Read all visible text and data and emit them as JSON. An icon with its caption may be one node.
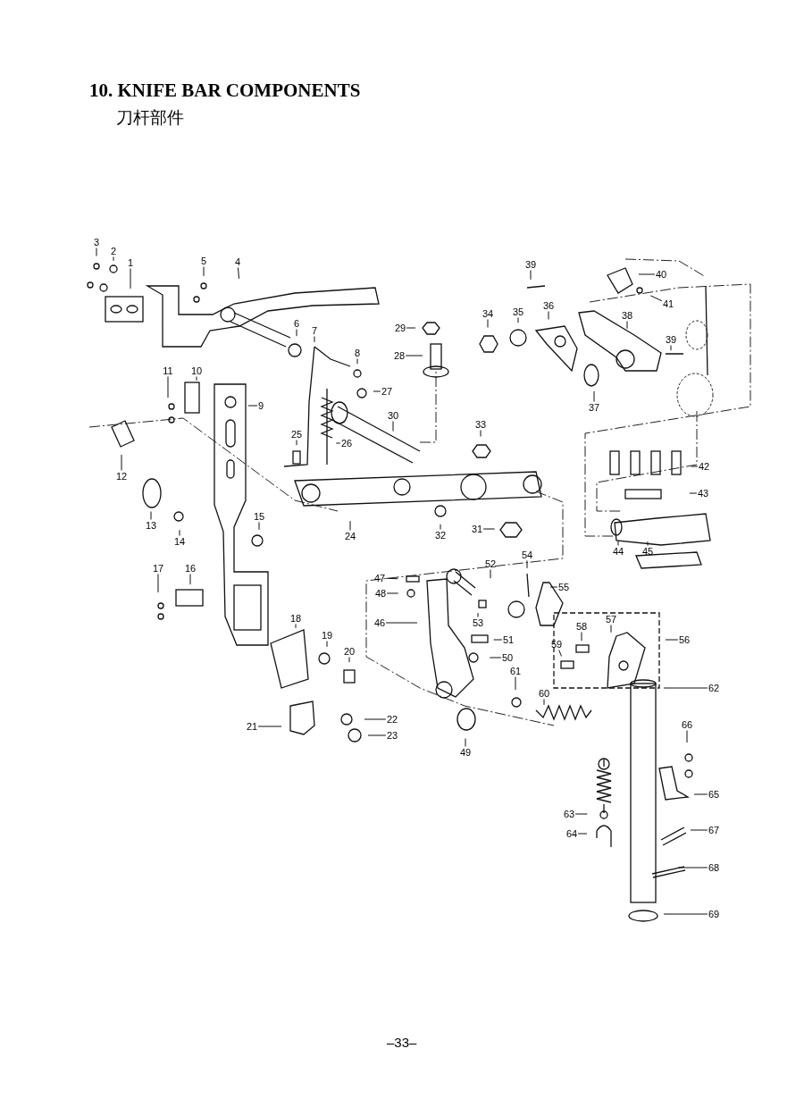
{
  "diagram": {
    "title": "10. KNIFE BAR COMPONENTS",
    "nodes": [
      {
        "text": [
          "1"
        ]
      },
      {
        "text": [
          "2"
        ]
      },
      {
        "text": [
          "3"
        ]
      },
      {
        "text": [
          "4"
        ]
      },
      {
        "text": [
          "5"
        ]
      },
      {
        "text": [
          "6"
        ]
      },
      {
        "text": [
          "7"
        ]
      },
      {
        "text": [
          "8"
        ]
      },
      {
        "text": [
          "9"
        ]
      },
      {
        "text": [
          "10"
        ]
      },
      {
        "text": [
          "11"
        ]
      },
      {
        "text": [
          "12"
        ]
      },
      {
        "text": [
          "13"
        ]
      },
      {
        "text": [
          "14"
        ]
      },
      {
        "text": [
          "15"
        ]
      },
      {
        "text": [
          "16"
        ]
      },
      {
        "text": [
          "17"
        ]
      },
      {
        "text": [
          "18"
        ]
      },
      {
        "text": [
          "19"
        ]
      },
      {
        "text": [
          "20"
        ]
      },
      {
        "text": [
          "21"
        ]
      },
      {
        "text": [
          "22"
        ]
      },
      {
        "text": [
          "23"
        ]
      },
      {
        "text": [
          "24"
        ]
      },
      {
        "text": [
          "25"
        ]
      },
      {
        "text": [
          "26"
        ]
      },
      {
        "text": [
          "27"
        ]
      },
      {
        "text": [
          "28"
        ]
      },
      {
        "text": [
          "29"
        ]
      },
      {
        "text": [
          "30"
        ]
      },
      {
        "text": [
          "31"
        ]
      },
      {
        "text": [
          "32"
        ]
      },
      {
        "text": [
          "33"
        ]
      },
      {
        "text": [
          "34"
        ]
      },
      {
        "text": [
          "35"
        ]
      },
      {
        "text": [
          "36"
        ]
      },
      {
        "text": [
          "37"
        ]
      },
      {
        "text": [
          "38"
        ]
      },
      {
        "text": [
          "39"
        ]
      },
      {
        "text": [
          "39"
        ]
      },
      {
        "text": [
          "40"
        ]
      },
      {
        "text": [
          "41"
        ]
      },
      {
        "text": [
          "42"
        ]
      },
      {
        "text": [
          "43"
        ]
      },
      {
        "text": [
          "44"
        ]
      },
      {
        "text": [
          "45"
        ]
      },
      {
        "text": [
          "46"
        ]
      },
      {
        "text": [
          "47"
        ]
      },
      {
        "text": [
          "48"
        ]
      },
      {
        "text": [
          "49"
        ]
      },
      {
        "text": [
          "50"
        ]
      },
      {
        "text": [
          "51"
        ]
      },
      {
        "text": [
          "52"
        ]
      },
      {
        "text": [
          "53"
        ]
      },
      {
        "text": [
          "54"
        ]
      },
      {
        "text": [
          "55"
        ]
      },
      {
        "text": [
          "56"
        ]
      },
      {
        "text": [
          "57"
        ]
      },
      {
        "text": [
          "58"
        ]
      },
      {
        "text": [
          "59"
        ]
      },
      {
        "text": [
          "60"
        ]
      },
      {
        "text": [
          "61"
        ]
      },
      {
        "text": [
          "62"
        ]
      },
      {
        "text": [
          "63"
        ]
      },
      {
        "text": [
          "64"
        ]
      },
      {
        "text": [
          "65"
        ]
      },
      {
        "text": [
          "66"
        ]
      },
      {
        "text": [
          "67"
        ]
      },
      {
        "text": [
          "68"
        ]
      },
      {
        "text": [
          "69"
        ]
      }
    ],
    "edges": [
      {
        "from": 0,
        "to": null,
        "arrow": "none"
      },
      {
        "from": 1,
        "to": null,
        "arrow": "none"
      },
      {
        "from": 2,
        "to": null,
        "arrow": "none"
      },
      {
        "from": 3,
        "to": null,
        "arrow": "none"
      },
      {
        "from": 4,
        "to": null,
        "arrow": "none"
      },
      {
        "from": 5,
        "to": null,
        "arrow": "none"
      },
      {
        "from": 6,
        "to": null,
        "arrow": "none"
      },
      {
        "from": 7,
        "to": null,
        "arrow": "none"
      },
      {
        "from": 8,
        "to": null,
        "arrow": "none"
      },
      {
        "from": 9,
        "to": null,
        "arrow": "none"
      },
      {
        "from": 10,
        "to": null,
        "arrow": "none"
      },
      {
        "from": 11,
        "to": null,
        "arrow": "none"
      },
      {
        "from": 12,
        "to": null,
        "arrow": "none"
      },
      {
        "from": 13,
        "to": null,
        "arrow": "none"
      },
      {
        "from": 14,
        "to": null,
        "arrow": "none"
      },
      {
        "from": 15,
        "to": null,
        "arrow": "none"
      },
      {
        "from": 16,
        "to": null,
        "arrow": "none"
      },
      {
        "from": 17,
        "to": null,
        "arrow": "none"
      },
      {
        "from": 18,
        "to": null,
        "arrow": "none"
      },
      {
        "from": 19,
        "to": null,
        "arrow": "none"
      },
      {
        "from": 20,
        "to": null,
        "arrow": "none"
      },
      {
        "from": 21,
        "to": null,
        "arrow": "none"
      },
      {
        "from": 22,
        "to": null,
        "arrow": "none"
      },
      {
        "from": 23,
        "to": null,
        "arrow": "none"
      },
      {
        "from": 24,
        "to": null,
        "arrow": "none"
      },
      {
        "from": 25,
        "to": null,
        "arrow": "none"
      },
      {
        "from": 26,
        "to": null,
        "arrow": "none"
      },
      {
        "from": 27,
        "to": null,
        "arrow": "none"
      },
      {
        "from": 28,
        "to": null,
        "arrow": "none"
      },
      {
        "from": 29,
        "to": null,
        "arrow": "none"
      },
      {
        "from": 30,
        "to": null,
        "arrow": "none"
      },
      {
        "from": 31,
        "to": null,
        "arrow": "none"
      },
      {
        "from": 32,
        "to": null,
        "arrow": "none"
      },
      {
        "from": 33,
        "to": null,
        "arrow": "none"
      },
      {
        "from": 34,
        "to": null,
        "arrow": "none"
      },
      {
        "from": 35,
        "to": null,
        "arrow": "none"
      },
      {
        "from": 36,
        "to": null,
        "arrow": "none"
      },
      {
        "from": 37,
        "to": null,
        "arrow": "none"
      },
      {
        "from": 38,
        "to": null,
        "arrow": "none"
      },
      {
        "from": 39,
        "to": null,
        "arrow": "none"
      },
      {
        "from": 40,
        "to": null,
        "arrow": "none"
      },
      {
        "from": 41,
        "to": null,
        "arrow": "none"
      },
      {
        "from": 42,
        "to": null,
        "arrow": "none"
      },
      {
        "from": 43,
        "to": null,
        "arrow": "none"
      },
      {
        "from": 44,
        "to": null,
        "arrow": "none"
      },
      {
        "from": 45,
        "to": null,
        "arrow": "none"
      },
      {
        "from": 46,
        "to": null,
        "arrow": "none"
      },
      {
        "from": 47,
        "to": null,
        "arrow": "none"
      },
      {
        "from": 48,
        "to": null,
        "arrow": "none"
      },
      {
        "from": 49,
        "to": null,
        "arrow": "none"
      },
      {
        "from": 50,
        "to": null,
        "arrow": "none"
      },
      {
        "from": 51,
        "to": null,
        "arrow": "none"
      },
      {
        "from": 52,
        "to": null,
        "arrow": "none"
      },
      {
        "from": 53,
        "to": null,
        "arrow": "none"
      },
      {
        "from": 54,
        "to": null,
        "arrow": "none"
      },
      {
        "from": 55,
        "to": null,
        "arrow": "none"
      },
      {
        "from": 56,
        "to": null,
        "arrow": "none"
      },
      {
        "from": 57,
        "to": null,
        "arrow": "none"
      },
      {
        "from": 58,
        "to": null,
        "arrow": "none"
      },
      {
        "from": 59,
        "to": null,
        "arrow": "none"
      },
      {
        "from": 60,
        "to": null,
        "arrow": "none"
      },
      {
        "from": 61,
        "to": null,
        "arrow": "none"
      },
      {
        "from": 62,
        "to": null,
        "arrow": "none"
      },
      {
        "from": 63,
        "to": null,
        "arrow": "none"
      },
      {
        "from": 64,
        "to": null,
        "arrow": "none"
      },
      {
        "from": 65,
        "to": null,
        "arrow": "none"
      },
      {
        "from": 66,
        "to": null,
        "arrow": "none"
      },
      {
        "from": 67,
        "to": null,
        "arrow": "none"
      },
      {
        "from": 68,
        "to": null,
        "arrow": "none"
      },
      {
        "from": 69,
        "to": null,
        "arrow": "none"
      }
    ],
    "labels": [
      "刀杆部件",
      "–33–"
    ]
  }
}
